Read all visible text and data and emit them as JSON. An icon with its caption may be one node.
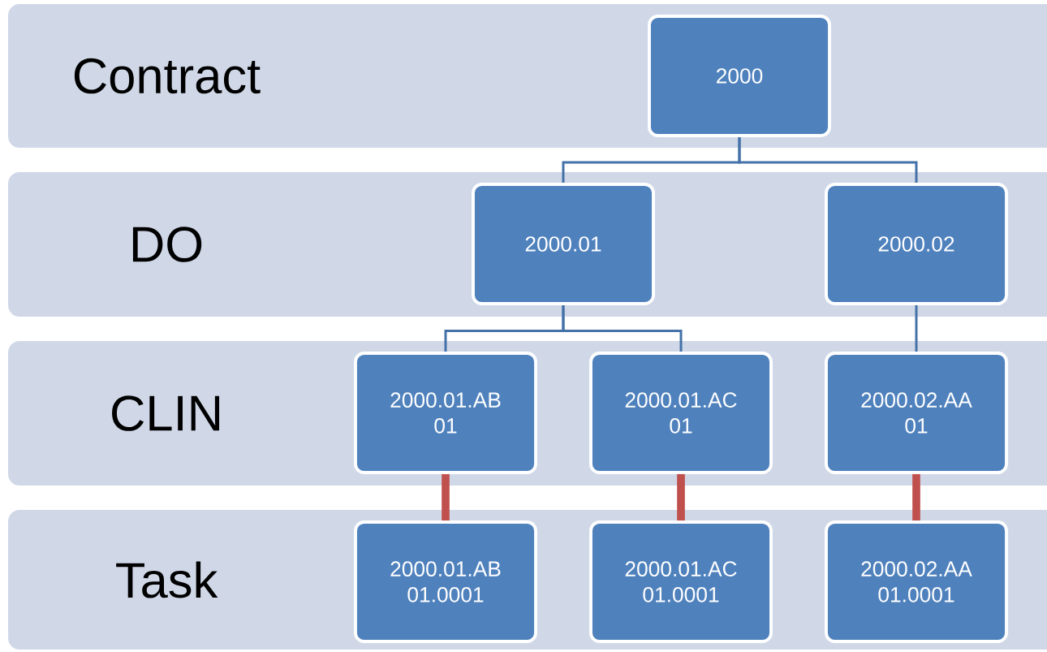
{
  "diagram": {
    "nodes": [
      {
        "text": [
          "Contract"
        ]
      },
      {
        "text": [
          "2000"
        ],
        "in": 0
      },
      {
        "text": [
          "DO"
        ]
      },
      {
        "text": [
          "2000.01"
        ],
        "in": 2
      },
      {
        "text": [
          "2000.02"
        ],
        "in": 2
      },
      {
        "text": [
          "CLIN"
        ]
      },
      {
        "text": [
          "2000.01.AB 01"
        ],
        "in": 5
      },
      {
        "text": [
          "2000.01.AC 01"
        ],
        "in": 5
      },
      {
        "text": [
          "2000.02.AA 01"
        ],
        "in": 5
      },
      {
        "text": [
          "Task"
        ]
      },
      {
        "text": [
          "2000.01.AB 01.0001"
        ],
        "in": 9
      },
      {
        "text": [
          "2000.01.AC 01.0001"
        ],
        "in": 9
      },
      {
        "text": [
          "2000.02.AA 01.0001"
        ],
        "in": 9
      }
    ],
    "edges": [
      {
        "from": 1,
        "to": 3,
        "arrow": "none"
      },
      {
        "from": 1,
        "to": 4,
        "arrow": "none"
      },
      {
        "from": 3,
        "to": 6,
        "arrow": "none"
      },
      {
        "from": 3,
        "to": 7,
        "arrow": "none"
      },
      {
        "from": 4,
        "to": 8,
        "arrow": "none"
      },
      {
        "from": 6,
        "to": 10,
        "arrow": "none",
        "style": "thick",
        "color": "#c0504d"
      },
      {
        "from": 7,
        "to": 11,
        "arrow": "none",
        "style": "thick",
        "color": "#c0504d"
      },
      {
        "from": 8,
        "to": 12,
        "arrow": "none",
        "style": "thick",
        "color": "#c0504d"
      }
    ]
  }
}
